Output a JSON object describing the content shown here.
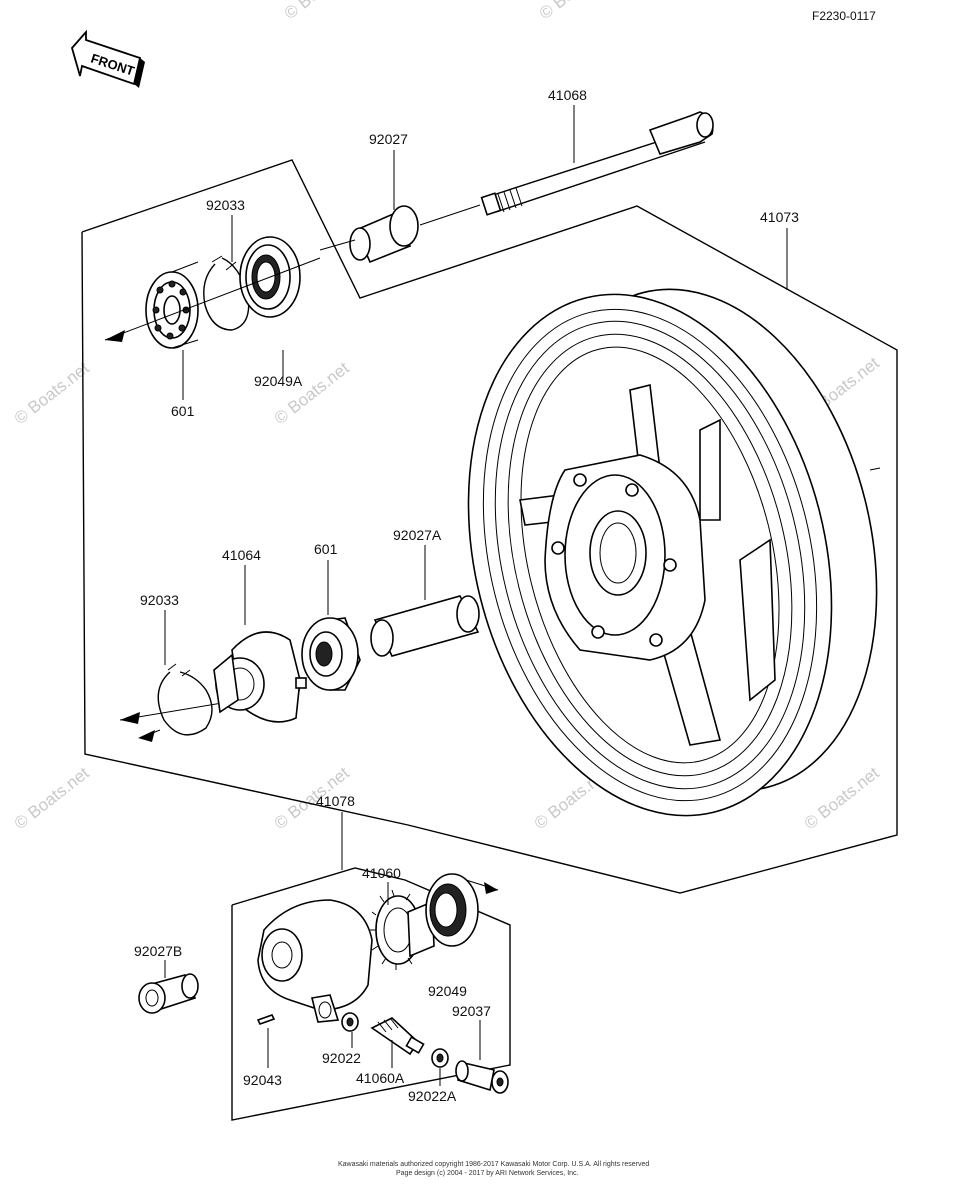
{
  "diagram": {
    "ref_code": "F2230-0117",
    "orientation_label": "FRONT",
    "watermark": "© Boats.net",
    "footer_lines": [
      "Kawasaki materials authorized copyright 1986-2017 Kawasaki Motor Corp. U.S.A. All rights reserved",
      "Page design (c) 2004 - 2017 by ARI Network Services, Inc."
    ],
    "part_labels": {
      "p41068": "41068",
      "p92027": "92027",
      "p41073": "41073",
      "p92033_top": "92033",
      "p92049A": "92049A",
      "p601_top": "601",
      "p41064": "41064",
      "p601_mid": "601",
      "p92027A": "92027A",
      "p92033_mid": "92033",
      "p41078": "41078",
      "p41060": "41060",
      "p92027B": "92027B",
      "p92049": "92049",
      "p92037": "92037",
      "p92022": "92022",
      "p92043": "92043",
      "p41060A": "41060A",
      "p92022A": "92022A"
    }
  }
}
